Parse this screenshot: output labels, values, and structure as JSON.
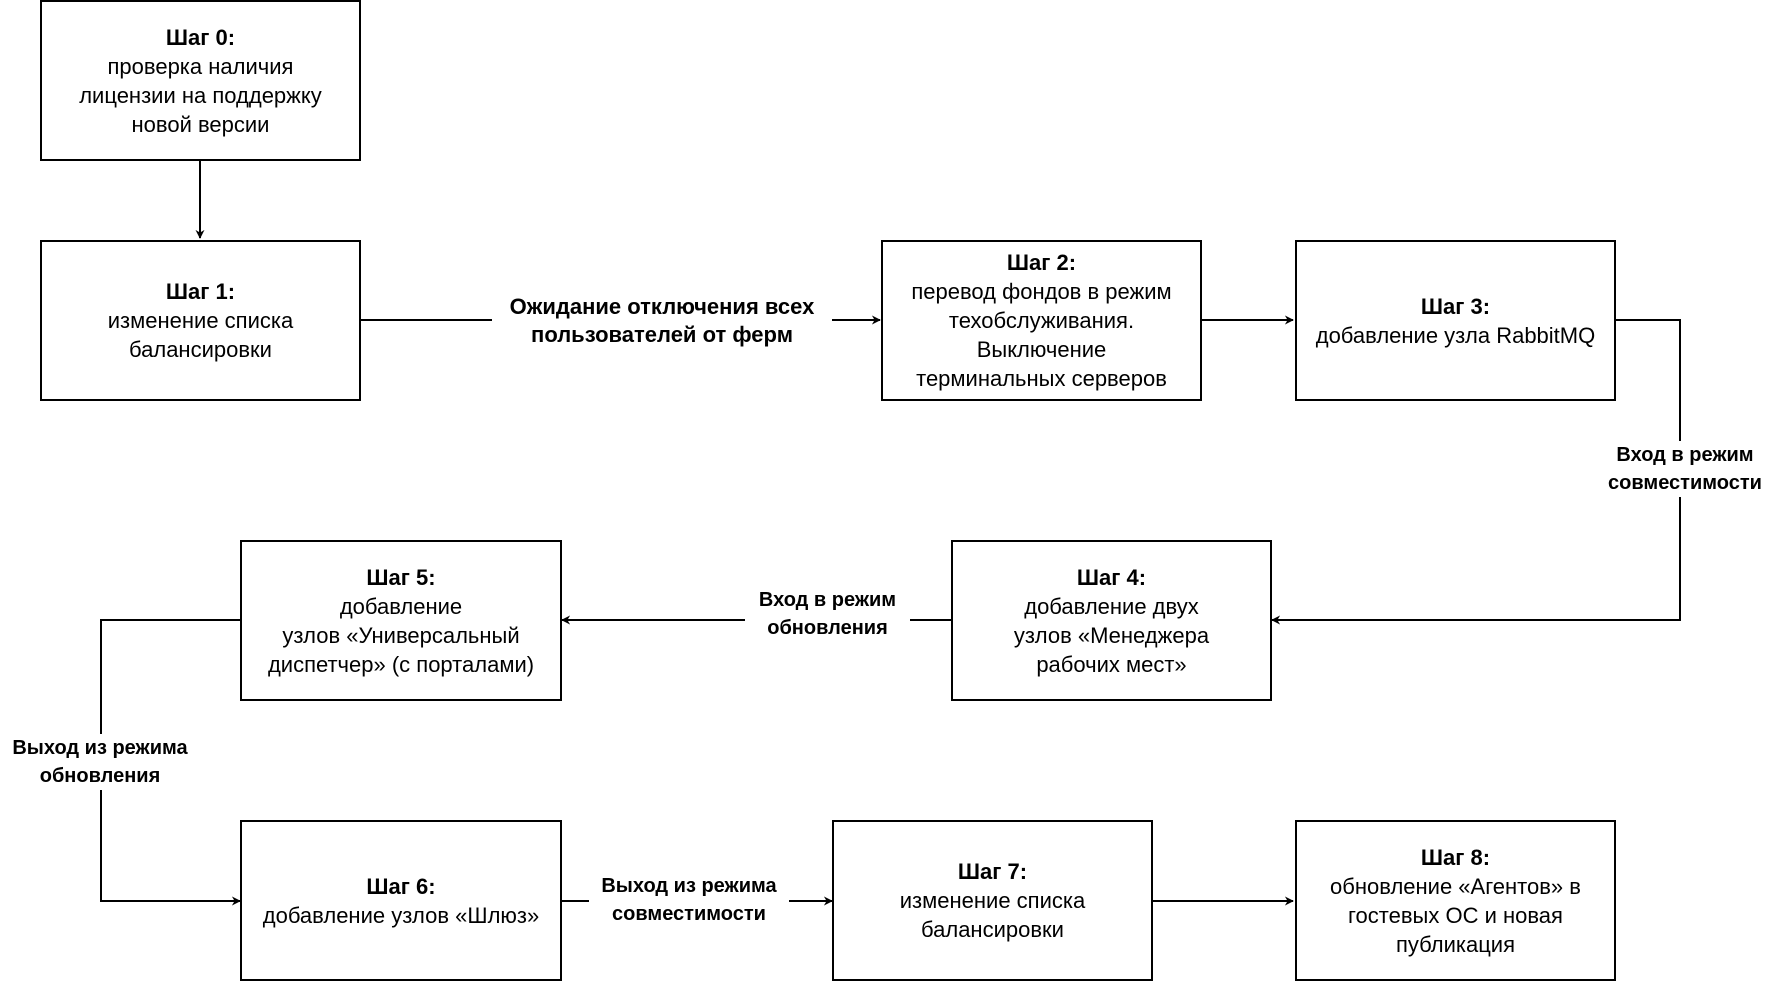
{
  "steps": [
    {
      "title": "Шаг 0:",
      "text": "проверка наличия\nлицензии на поддержку\nновой версии"
    },
    {
      "title": "Шаг 1:",
      "text": "изменение списка\nбалансировки"
    },
    {
      "title": "Шаг 2:",
      "text": "перевод фондов в режим\nтехобслуживания.\nВыключение\nтерминальных серверов"
    },
    {
      "title": "Шаг 3:",
      "text": "добавление узла RabbitMQ"
    },
    {
      "title": "Шаг 4:",
      "text": "добавление двух\nузлов «Менеджера\nрабочих мест»"
    },
    {
      "title": "Шаг 5:",
      "text": "добавление\nузлов «Универсальный\nдиспетчер» (с порталами)"
    },
    {
      "title": "Шаг 6:",
      "text": "добавление узлов «Шлюз»"
    },
    {
      "title": "Шаг 7:",
      "text": "изменение списка\nбалансировки"
    },
    {
      "title": "Шаг 8:",
      "text": "обновление «Агентов» в\nгостевых ОС и новая\nпубликация"
    }
  ],
  "edge_labels": {
    "wait_users": "Ожидание отключения всех\nпользователей от ферм",
    "enter_compat": "Вход в режим\nсовместимости",
    "enter_update": "Вход в режим\nобновления",
    "exit_update": "Выход из режима\nобновления",
    "exit_compat": "Выход из режима\nсовместимости"
  }
}
